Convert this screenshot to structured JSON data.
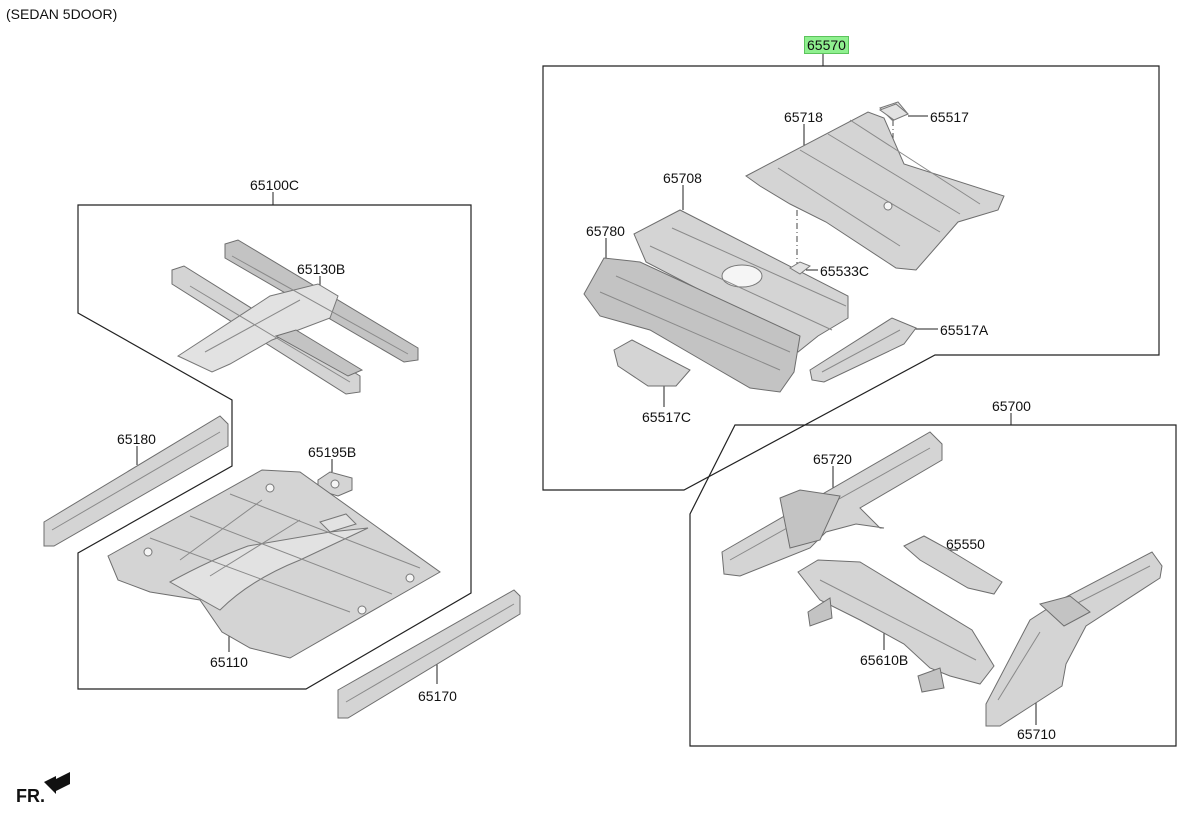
{
  "variant_label": "(SEDAN 5DOOR)",
  "front_label": "FR.",
  "highlight_color": "#8ff08f",
  "groups": {
    "floor_front": {
      "label": "65100C"
    },
    "rear_floor": {
      "label": "65570"
    },
    "rear_frame": {
      "label": "65700"
    }
  },
  "parts": {
    "p65130B": "65130B",
    "p65180": "65180",
    "p65195B": "65195B",
    "p65110": "65110",
    "p65170": "65170",
    "p65718": "65718",
    "p65517": "65517",
    "p65708": "65708",
    "p65780": "65780",
    "p65533C": "65533C",
    "p65517A": "65517A",
    "p65517C": "65517C",
    "p65720": "65720",
    "p65550": "65550",
    "p65610B": "65610B",
    "p65710": "65710"
  },
  "icons": {
    "front_arrow": "arrow-left-icon"
  }
}
